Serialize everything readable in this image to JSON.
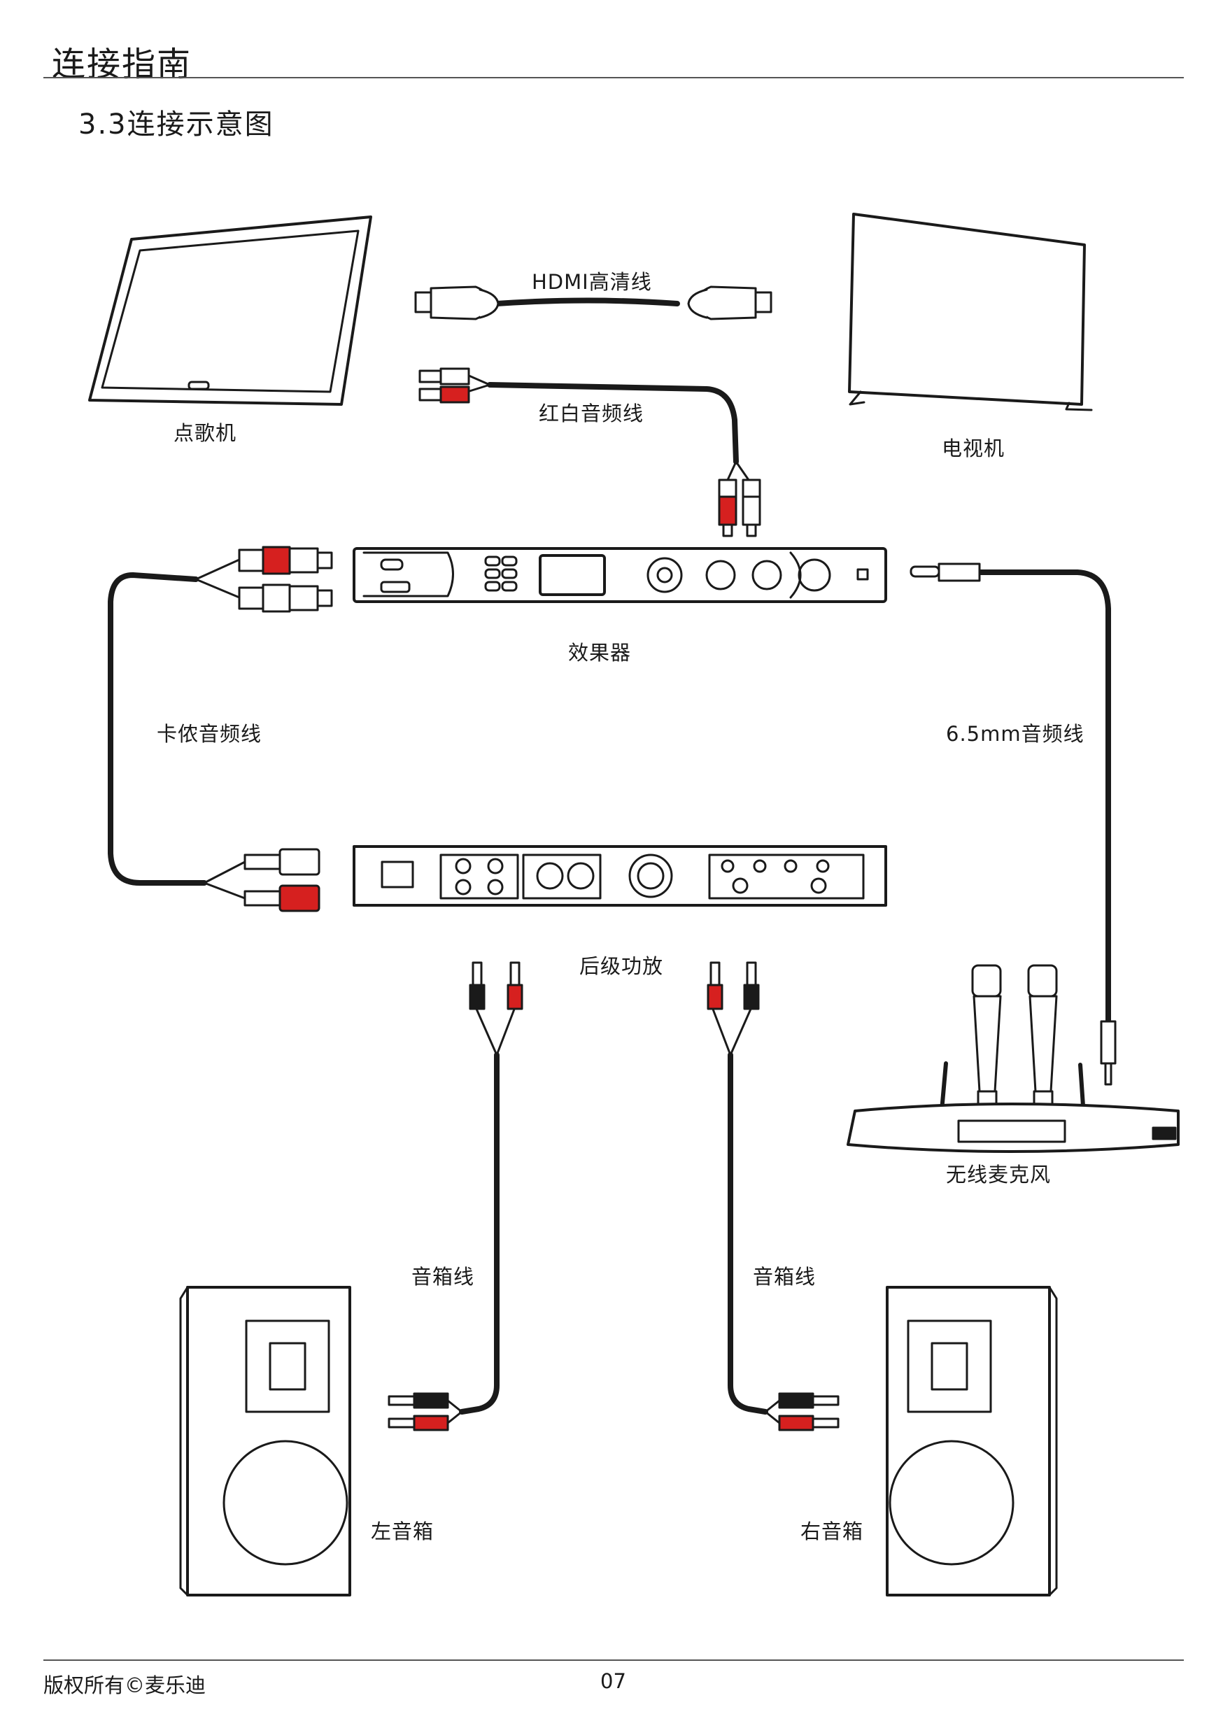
{
  "header": {
    "title": "连接指南",
    "section": "3.3连接示意图"
  },
  "devices": {
    "jukebox": "点歌机",
    "tv": "电视机",
    "processor": "效果器",
    "amplifier": "后级功放",
    "wireless_mic": "无线麦克风",
    "left_speaker": "左音箱",
    "right_speaker": "右音箱"
  },
  "cables": {
    "hdmi": "HDMI高清线",
    "rca": "红白音频线",
    "xlr": "卡侬音频线",
    "jack": "6.5mm音频线",
    "speaker_left": "音箱线",
    "speaker_right": "音箱线"
  },
  "footer": {
    "copyright": "版权所有©麦乐迪",
    "page_number": "07"
  },
  "colors": {
    "line": "#1a1a1a",
    "red_plug": "#d6201f",
    "white_plug": "#ffffff"
  }
}
